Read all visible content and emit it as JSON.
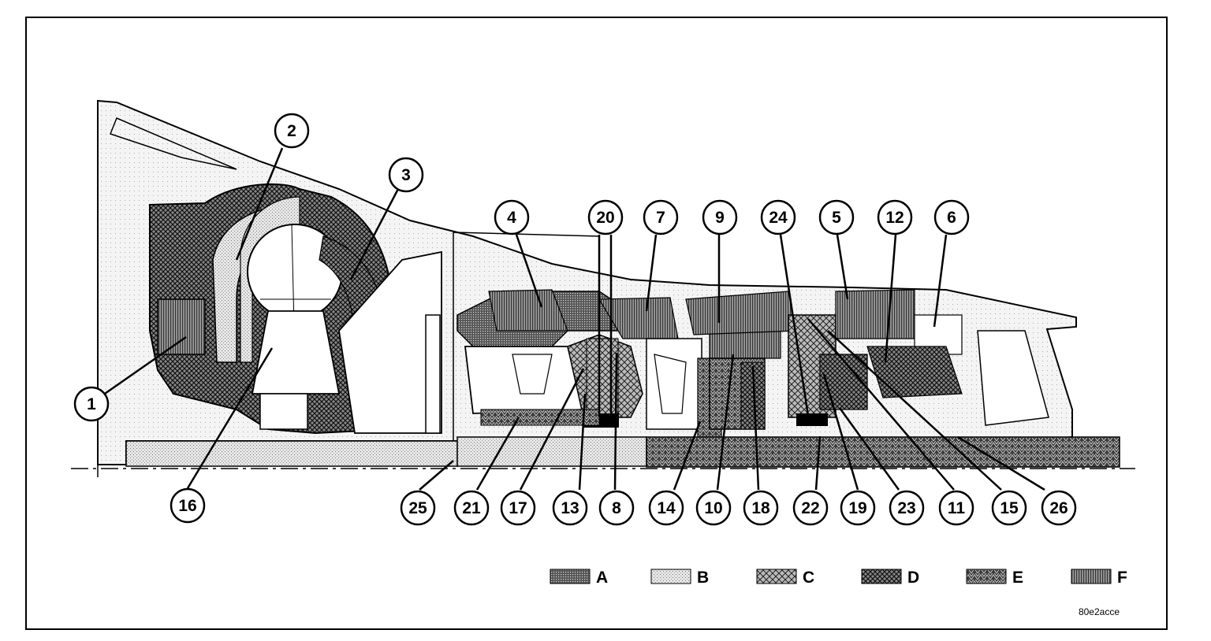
{
  "figure": {
    "figure_id": "80e2acce",
    "callouts": [
      {
        "id": "c1",
        "label": "1"
      },
      {
        "id": "c2",
        "label": "2"
      },
      {
        "id": "c3",
        "label": "3"
      },
      {
        "id": "c4",
        "label": "4"
      },
      {
        "id": "c20",
        "label": "20"
      },
      {
        "id": "c7",
        "label": "7"
      },
      {
        "id": "c9",
        "label": "9"
      },
      {
        "id": "c24",
        "label": "24"
      },
      {
        "id": "c5",
        "label": "5"
      },
      {
        "id": "c12",
        "label": "12"
      },
      {
        "id": "c6",
        "label": "6"
      },
      {
        "id": "c16",
        "label": "16"
      },
      {
        "id": "c25",
        "label": "25"
      },
      {
        "id": "c21",
        "label": "21"
      },
      {
        "id": "c17",
        "label": "17"
      },
      {
        "id": "c13",
        "label": "13"
      },
      {
        "id": "c8",
        "label": "8"
      },
      {
        "id": "c14",
        "label": "14"
      },
      {
        "id": "c10",
        "label": "10"
      },
      {
        "id": "c18",
        "label": "18"
      },
      {
        "id": "c22",
        "label": "22"
      },
      {
        "id": "c19",
        "label": "19"
      },
      {
        "id": "c23",
        "label": "23"
      },
      {
        "id": "c11",
        "label": "11"
      },
      {
        "id": "c15",
        "label": "15"
      },
      {
        "id": "c26",
        "label": "26"
      }
    ],
    "legend": [
      {
        "key": "A",
        "pattern": "dots-dense"
      },
      {
        "key": "B",
        "pattern": "dots-light"
      },
      {
        "key": "C",
        "pattern": "diamond"
      },
      {
        "key": "D",
        "pattern": "crosshatch"
      },
      {
        "key": "E",
        "pattern": "herringbone"
      },
      {
        "key": "F",
        "pattern": "vertical-hatch"
      }
    ]
  }
}
